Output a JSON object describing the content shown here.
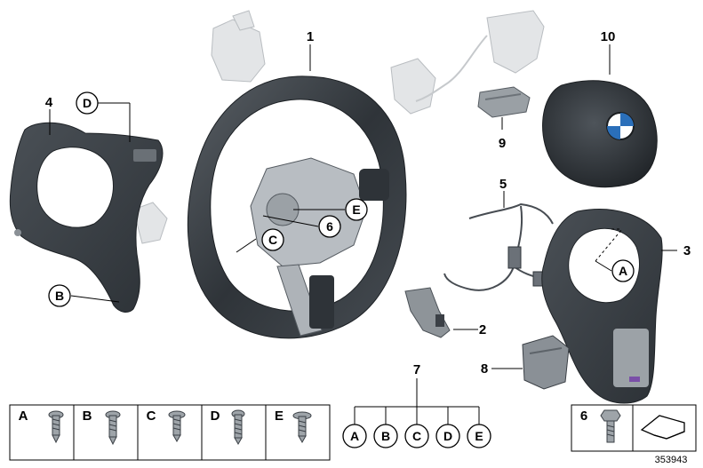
{
  "part_numbers": {
    "p1": "1",
    "p2": "2",
    "p3": "3",
    "p4": "4",
    "p5": "5",
    "p6": "6",
    "p7": "7",
    "p8": "8",
    "p9": "9",
    "p10": "10"
  },
  "callouts": {
    "D_left": "D",
    "B_left": "B",
    "C_center": "C",
    "E_center": "E",
    "six_center": "6",
    "A_right": "A"
  },
  "legend": {
    "screws": [
      {
        "letter": "A"
      },
      {
        "letter": "B"
      },
      {
        "letter": "C"
      },
      {
        "letter": "D"
      },
      {
        "letter": "E"
      }
    ],
    "kit_number": "7",
    "kit_letters": [
      "A",
      "B",
      "C",
      "D",
      "E"
    ],
    "bolt_number": "6"
  },
  "document_number": "353943",
  "colors": {
    "line": "#000000",
    "part_dark": "#3c4147",
    "part_mid": "#6b7178",
    "ghost": "#d9dcdf"
  }
}
